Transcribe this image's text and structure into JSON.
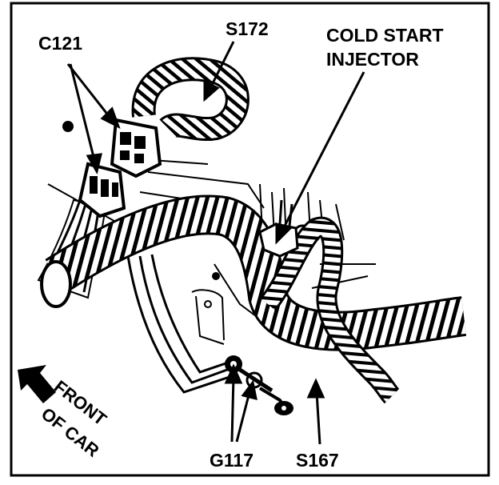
{
  "labels": {
    "c121": "C121",
    "s172": "S172",
    "cold_start_line1": "COLD START",
    "cold_start_line2": "INJECTOR",
    "front_line1": "FRONT",
    "front_line2": "OF CAR",
    "g117": "G117",
    "s167": "S167"
  },
  "colors": {
    "ink": "#000000",
    "paper": "#ffffff"
  }
}
